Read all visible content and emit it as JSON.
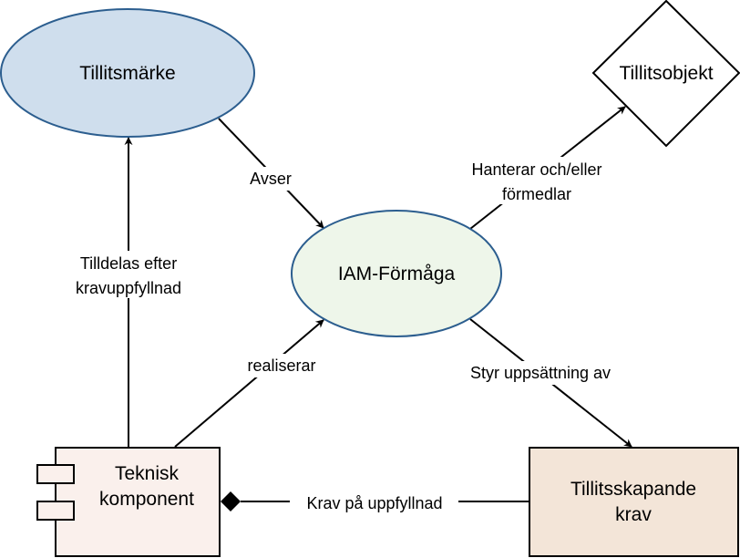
{
  "nodes": {
    "tillitsmarke": {
      "label": "Tillitsmärke",
      "fill": "#cfdeed",
      "stroke": "#2c5e8f"
    },
    "tillitsobjekt": {
      "label": "Tillitsobjekt",
      "fill": "#ffffff",
      "stroke": "#000000"
    },
    "iam": {
      "label": "IAM-Förmåga",
      "fill": "#eef6ea",
      "stroke": "#2c5e8f"
    },
    "teknisk": {
      "line1": "Teknisk",
      "line2": "komponent",
      "fill": "#faf0ec",
      "stroke": "#000000"
    },
    "krav": {
      "line1": "Tillitsskapande",
      "line2": "krav",
      "fill": "#f3e5d8",
      "stroke": "#000000"
    }
  },
  "edges": {
    "avser": "Avser",
    "hanterar_line1": "Hanterar och/eller",
    "hanterar_line2": "förmedlar",
    "tilldelas_line1": "Tilldelas efter",
    "tilldelas_line2": "kravuppfyllnad",
    "realiserar": "realiserar",
    "styr": "Styr uppsättning av",
    "krav_pa": "Krav på uppfyllnad"
  }
}
